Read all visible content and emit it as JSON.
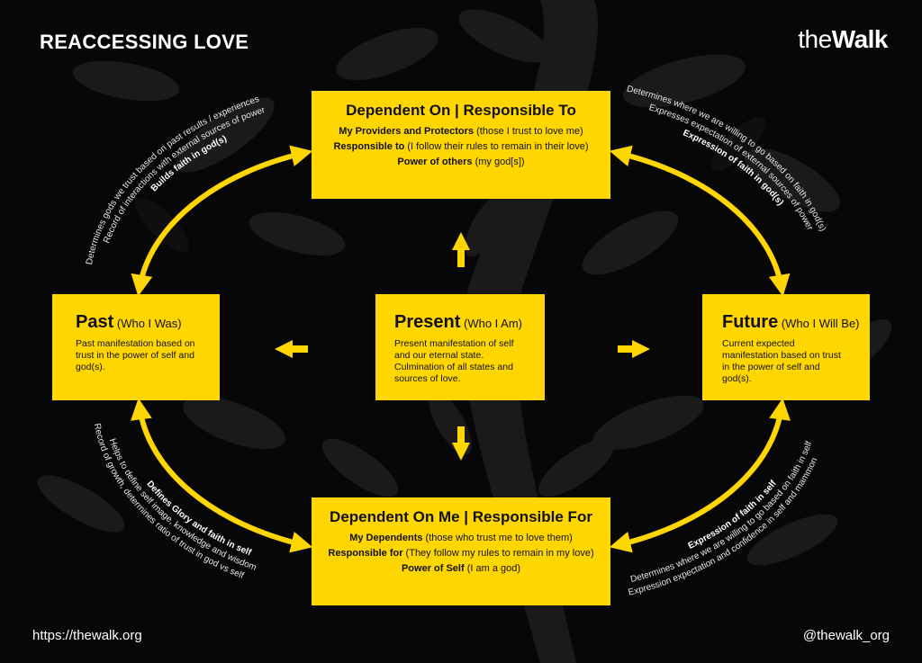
{
  "title": "REACCESSING LOVE",
  "logo": {
    "part1": "the",
    "part2": "Walk"
  },
  "footer": {
    "url": "https://thewalk.org",
    "handle": "@thewalk_org"
  },
  "colors": {
    "accent": "#ffd600",
    "background": "#070707",
    "text": "#ffffff"
  },
  "boxes": {
    "top": {
      "title": "Dependent On | Responsible To",
      "lines": [
        {
          "bold": "My Providers and Protectors",
          "rest": " (those I trust to love me)"
        },
        {
          "bold": "Responsible to",
          "rest": " (I follow their rules to remain in their love)"
        },
        {
          "bold": "Power of others",
          "rest": " (my god[s])"
        }
      ]
    },
    "bottom": {
      "title": "Dependent On Me | Responsible For",
      "lines": [
        {
          "bold": "My Dependents",
          "rest": " (those who trust me to love them)"
        },
        {
          "bold": "Responsible for",
          "rest": " (They follow my rules to remain in my love)"
        },
        {
          "bold": "Power of Self",
          "rest": " (I am a god)"
        }
      ]
    },
    "past": {
      "title": "Past",
      "sub": " (Who I Was)",
      "body": "Past manifestation based on trust in the power of self and god(s)."
    },
    "present": {
      "title": "Present",
      "sub": " (Who I Am)",
      "body": "Present manifestation of self and our eternal state. Culmination of all states and sources of love."
    },
    "future": {
      "title": "Future",
      "sub": " (Who I Will Be)",
      "body": "Current expected manifestation based on trust in the power of self and god(s)."
    }
  },
  "arcs": {
    "top_left": [
      "Determines gods we trust based on past results / experiences",
      "Record of interactions with external sources of power",
      "Builds faith in god(s)"
    ],
    "top_right": [
      "Determines where we are willing to go based on faith in god(s)",
      "Expresses expectation of external sources of power",
      "Expression of faith in god(s)"
    ],
    "bottom_left": [
      "Defines Glory and faith in self",
      "Helps to define self image, knowledge and wisdom",
      "Record of growth, determines ratio of trust in god vs self"
    ],
    "bottom_right": [
      "Expression of faith in self",
      "Determines where we are willing to go based on faith in self",
      "Expression expectation and confidence in self and mammon"
    ]
  }
}
